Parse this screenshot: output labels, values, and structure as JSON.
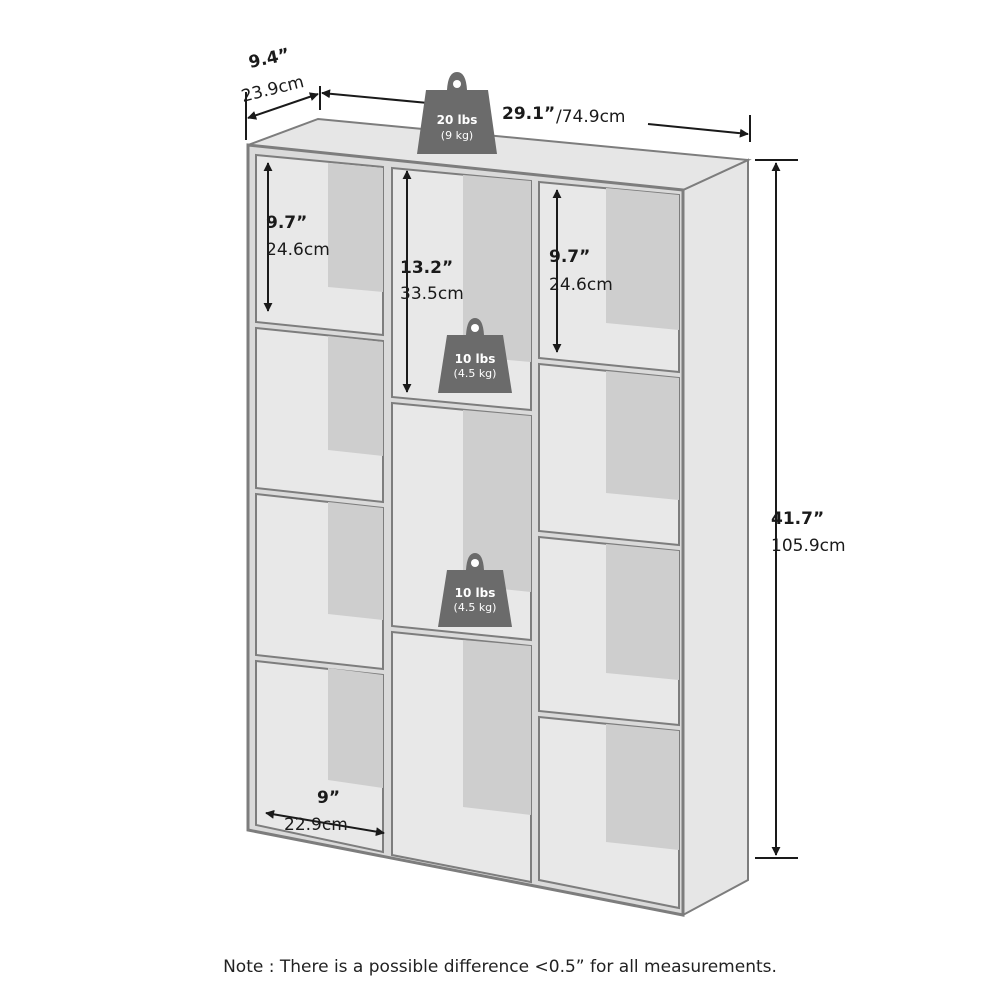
{
  "dimensions": {
    "depth": {
      "in": "9.4”",
      "cm": "23.9cm"
    },
    "width": {
      "in": "29.1”",
      "cm": "/74.9cm"
    },
    "height": {
      "in": "41.7”",
      "cm": "105.9cm"
    },
    "left_cube": {
      "in": "9.7”",
      "cm": "24.6cm"
    },
    "middle_cube": {
      "in": "13.2”",
      "cm": "33.5cm"
    },
    "right_cube": {
      "in": "9.7”",
      "cm": "24.6cm"
    },
    "cube_width": {
      "in": "9”",
      "cm": "22.9cm"
    }
  },
  "weights": {
    "top": {
      "lbs": "20 lbs",
      "kg": "(9 kg)"
    },
    "shelf_upper": {
      "lbs": "10 lbs",
      "kg": "(4.5 kg)"
    },
    "shelf_lower": {
      "lbs": "10 lbs",
      "kg": "(4.5 kg)"
    }
  },
  "note": "Note : There is a possible difference <0.5” for all measurements.",
  "colors": {
    "panel_light": "#e4e4e4",
    "panel_back": "#cfcfcf",
    "edge": "#7d7d7d",
    "weight_icon": "#6b6b6b",
    "line": "#1a1a1a"
  }
}
